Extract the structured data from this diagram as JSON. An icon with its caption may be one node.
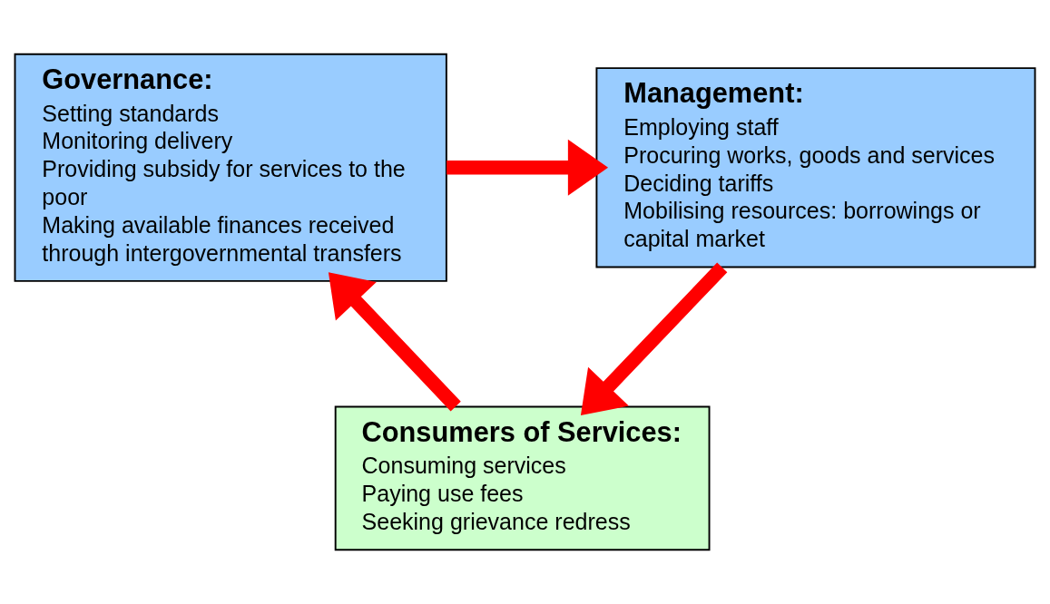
{
  "diagram": {
    "nodes": [
      {
        "text": [
          "Governance:",
          "Setting standards",
          "Monitoring delivery",
          "Providing subsidy for services to the poor",
          "Making available finances received through intergovernmental transfers"
        ]
      },
      {
        "text": [
          "Management:",
          "Employing staff",
          "Procuring works, goods and services",
          "Deciding tariffs",
          "Mobilising resources: borrowings or capital market"
        ]
      },
      {
        "text": [
          "Consumers of Services:",
          "Consuming services",
          "Paying use fees",
          "Seeking grievance redress"
        ]
      }
    ],
    "edges": [
      {
        "from": 0,
        "to": 1,
        "arrow": "to"
      },
      {
        "from": 1,
        "to": 2,
        "arrow": "to"
      },
      {
        "from": 2,
        "to": 0,
        "arrow": "to"
      }
    ]
  }
}
